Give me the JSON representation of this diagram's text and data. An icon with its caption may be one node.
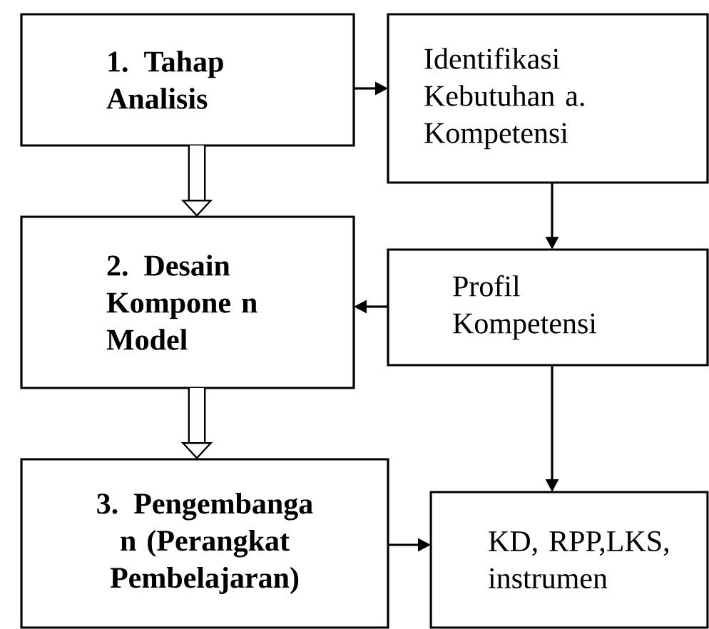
{
  "diagram": {
    "nodes": [
      {
        "text": [
          "1. Tahap Analisis"
        ]
      },
      {
        "text": [
          "Identifikasi Kebutuhan a. Kompetensi"
        ]
      },
      {
        "text": [
          "2. Desain Kompone n Model"
        ]
      },
      {
        "text": [
          "Profil Kompetensi"
        ]
      },
      {
        "text": [
          "3. Pengembanga n (Perangkat Pembelajaran)"
        ]
      },
      {
        "text": [
          "KD, RPP,LKS, instrumen"
        ]
      }
    ],
    "edges": [
      {
        "from": 0,
        "to": 1,
        "arrow": "to"
      },
      {
        "from": 0,
        "to": 2,
        "arrow": "to",
        "style": "thick"
      },
      {
        "from": 1,
        "to": 3,
        "arrow": "to"
      },
      {
        "from": 3,
        "to": 2,
        "arrow": "to"
      },
      {
        "from": 2,
        "to": 4,
        "arrow": "to",
        "style": "thick"
      },
      {
        "from": 3,
        "to": 5,
        "arrow": "to"
      },
      {
        "from": 4,
        "to": 5,
        "arrow": "to"
      }
    ]
  }
}
